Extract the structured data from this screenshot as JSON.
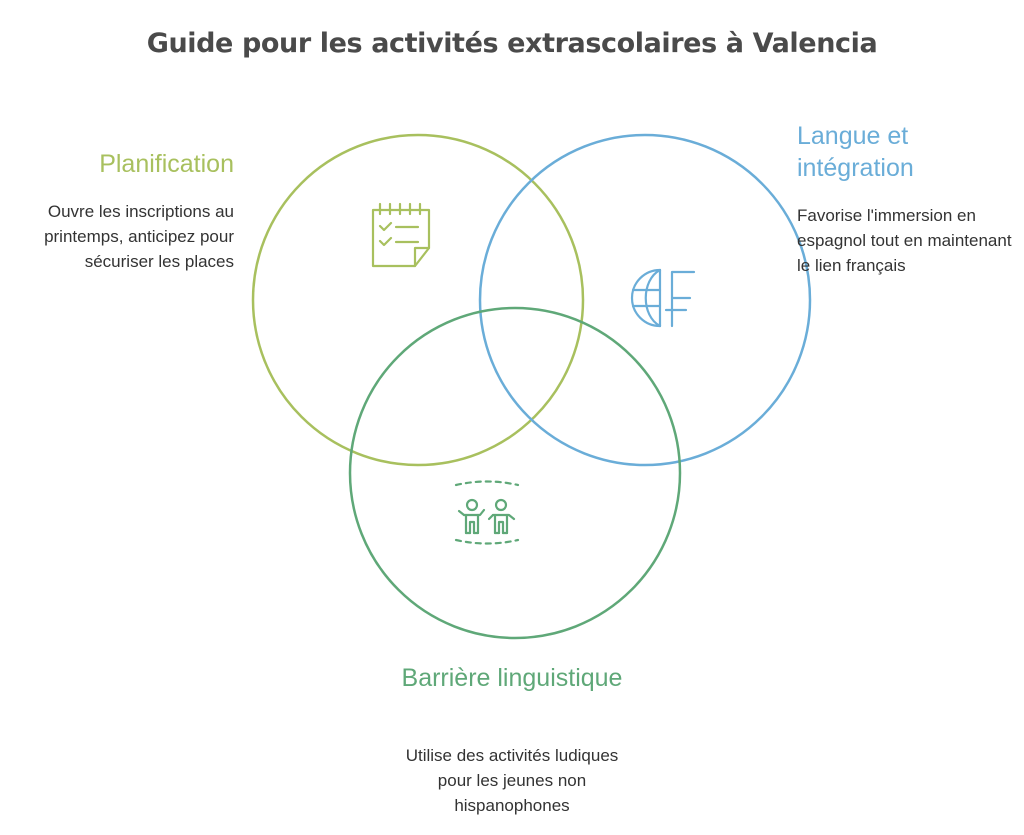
{
  "title": "Guide pour les activités extrascolaires à Valencia",
  "colors": {
    "planning": "#a8c05e",
    "language": "#6aadd8",
    "barrier": "#5fa878",
    "title": "#4a4a4a",
    "text": "#333333"
  },
  "sections": {
    "planning": {
      "heading": "Planification",
      "description": "Ouvre les inscriptions au printemps, anticipez pour sécuriser les places",
      "icon": "calendar-checklist-icon"
    },
    "language": {
      "heading": "Langue et intégration",
      "description": "Favorise l'immersion en espagnol tout en maintenant le lien français",
      "icon": "globe-franc-icon"
    },
    "barrier": {
      "heading": "Barrière linguistique",
      "description": "Utilise des activités ludiques pour les jeunes non hispanophones",
      "icon": "children-playing-icon"
    }
  }
}
